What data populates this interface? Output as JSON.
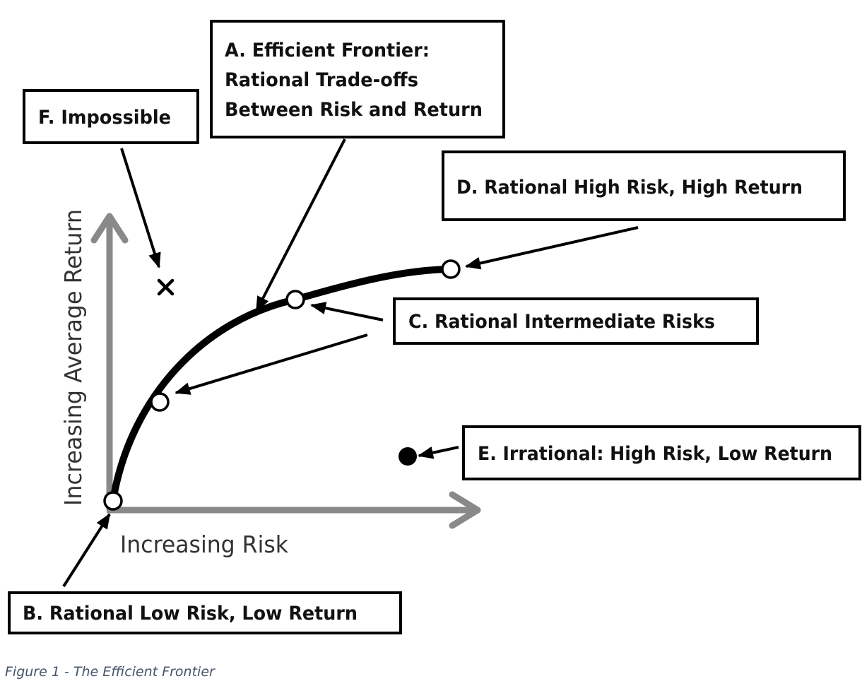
{
  "labels": {
    "a_line1": "A. Efficient Frontier:",
    "a_line2": "Rational Trade-offs",
    "a_line3": "Between Risk and Return",
    "b": "B. Rational Low Risk, Low Return",
    "c": "C. Rational Intermediate Risks",
    "d": "D. Rational High Risk, High Return",
    "e": "E. Irrational: High Risk, Low Return",
    "f": "F. Impossible"
  },
  "axes": {
    "x_label": "Increasing Risk",
    "y_label": "Increasing Average Return"
  },
  "caption": "Figure 1 - The Efficient Frontier",
  "colors": {
    "axis": "#898989",
    "ink": "#000000",
    "caption": "#44546A"
  }
}
